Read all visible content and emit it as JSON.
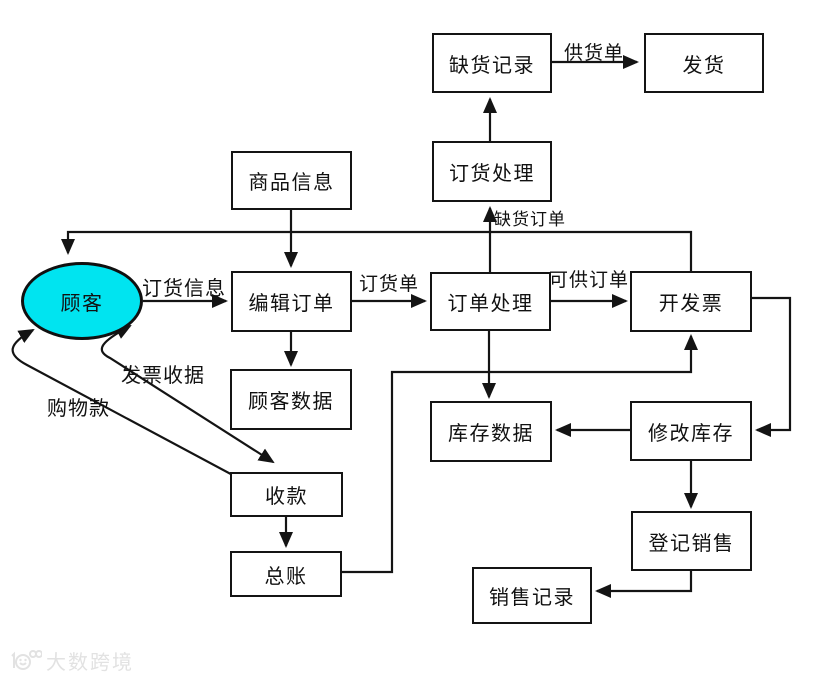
{
  "diagram": {
    "nodes": {
      "shortage_record": "缺货记录",
      "ship": "发货",
      "order_goods_processing": "订货处理",
      "product_info": "商品信息",
      "customer": "顾客",
      "edit_order": "编辑订单",
      "order_processing": "订单处理",
      "invoicing": "开发票",
      "customer_data": "顾客数据",
      "inventory_data": "库存数据",
      "update_inventory": "修改库存",
      "collect_payment": "收款",
      "general_ledger": "总账",
      "register_sales": "登记销售",
      "sales_record": "销售记录"
    },
    "edge_labels": {
      "supply_order": "供货单",
      "shortage_order": "缺货订单",
      "order_info": "订货信息",
      "order_form": "订货单",
      "available_order": "可供订单",
      "invoice_receipt": "发票收据",
      "shopping_payment": "购物款"
    },
    "colors": {
      "customer_fill": "#00e4f0",
      "line": "#141414"
    },
    "watermark": {
      "text": "大数跨境"
    }
  }
}
